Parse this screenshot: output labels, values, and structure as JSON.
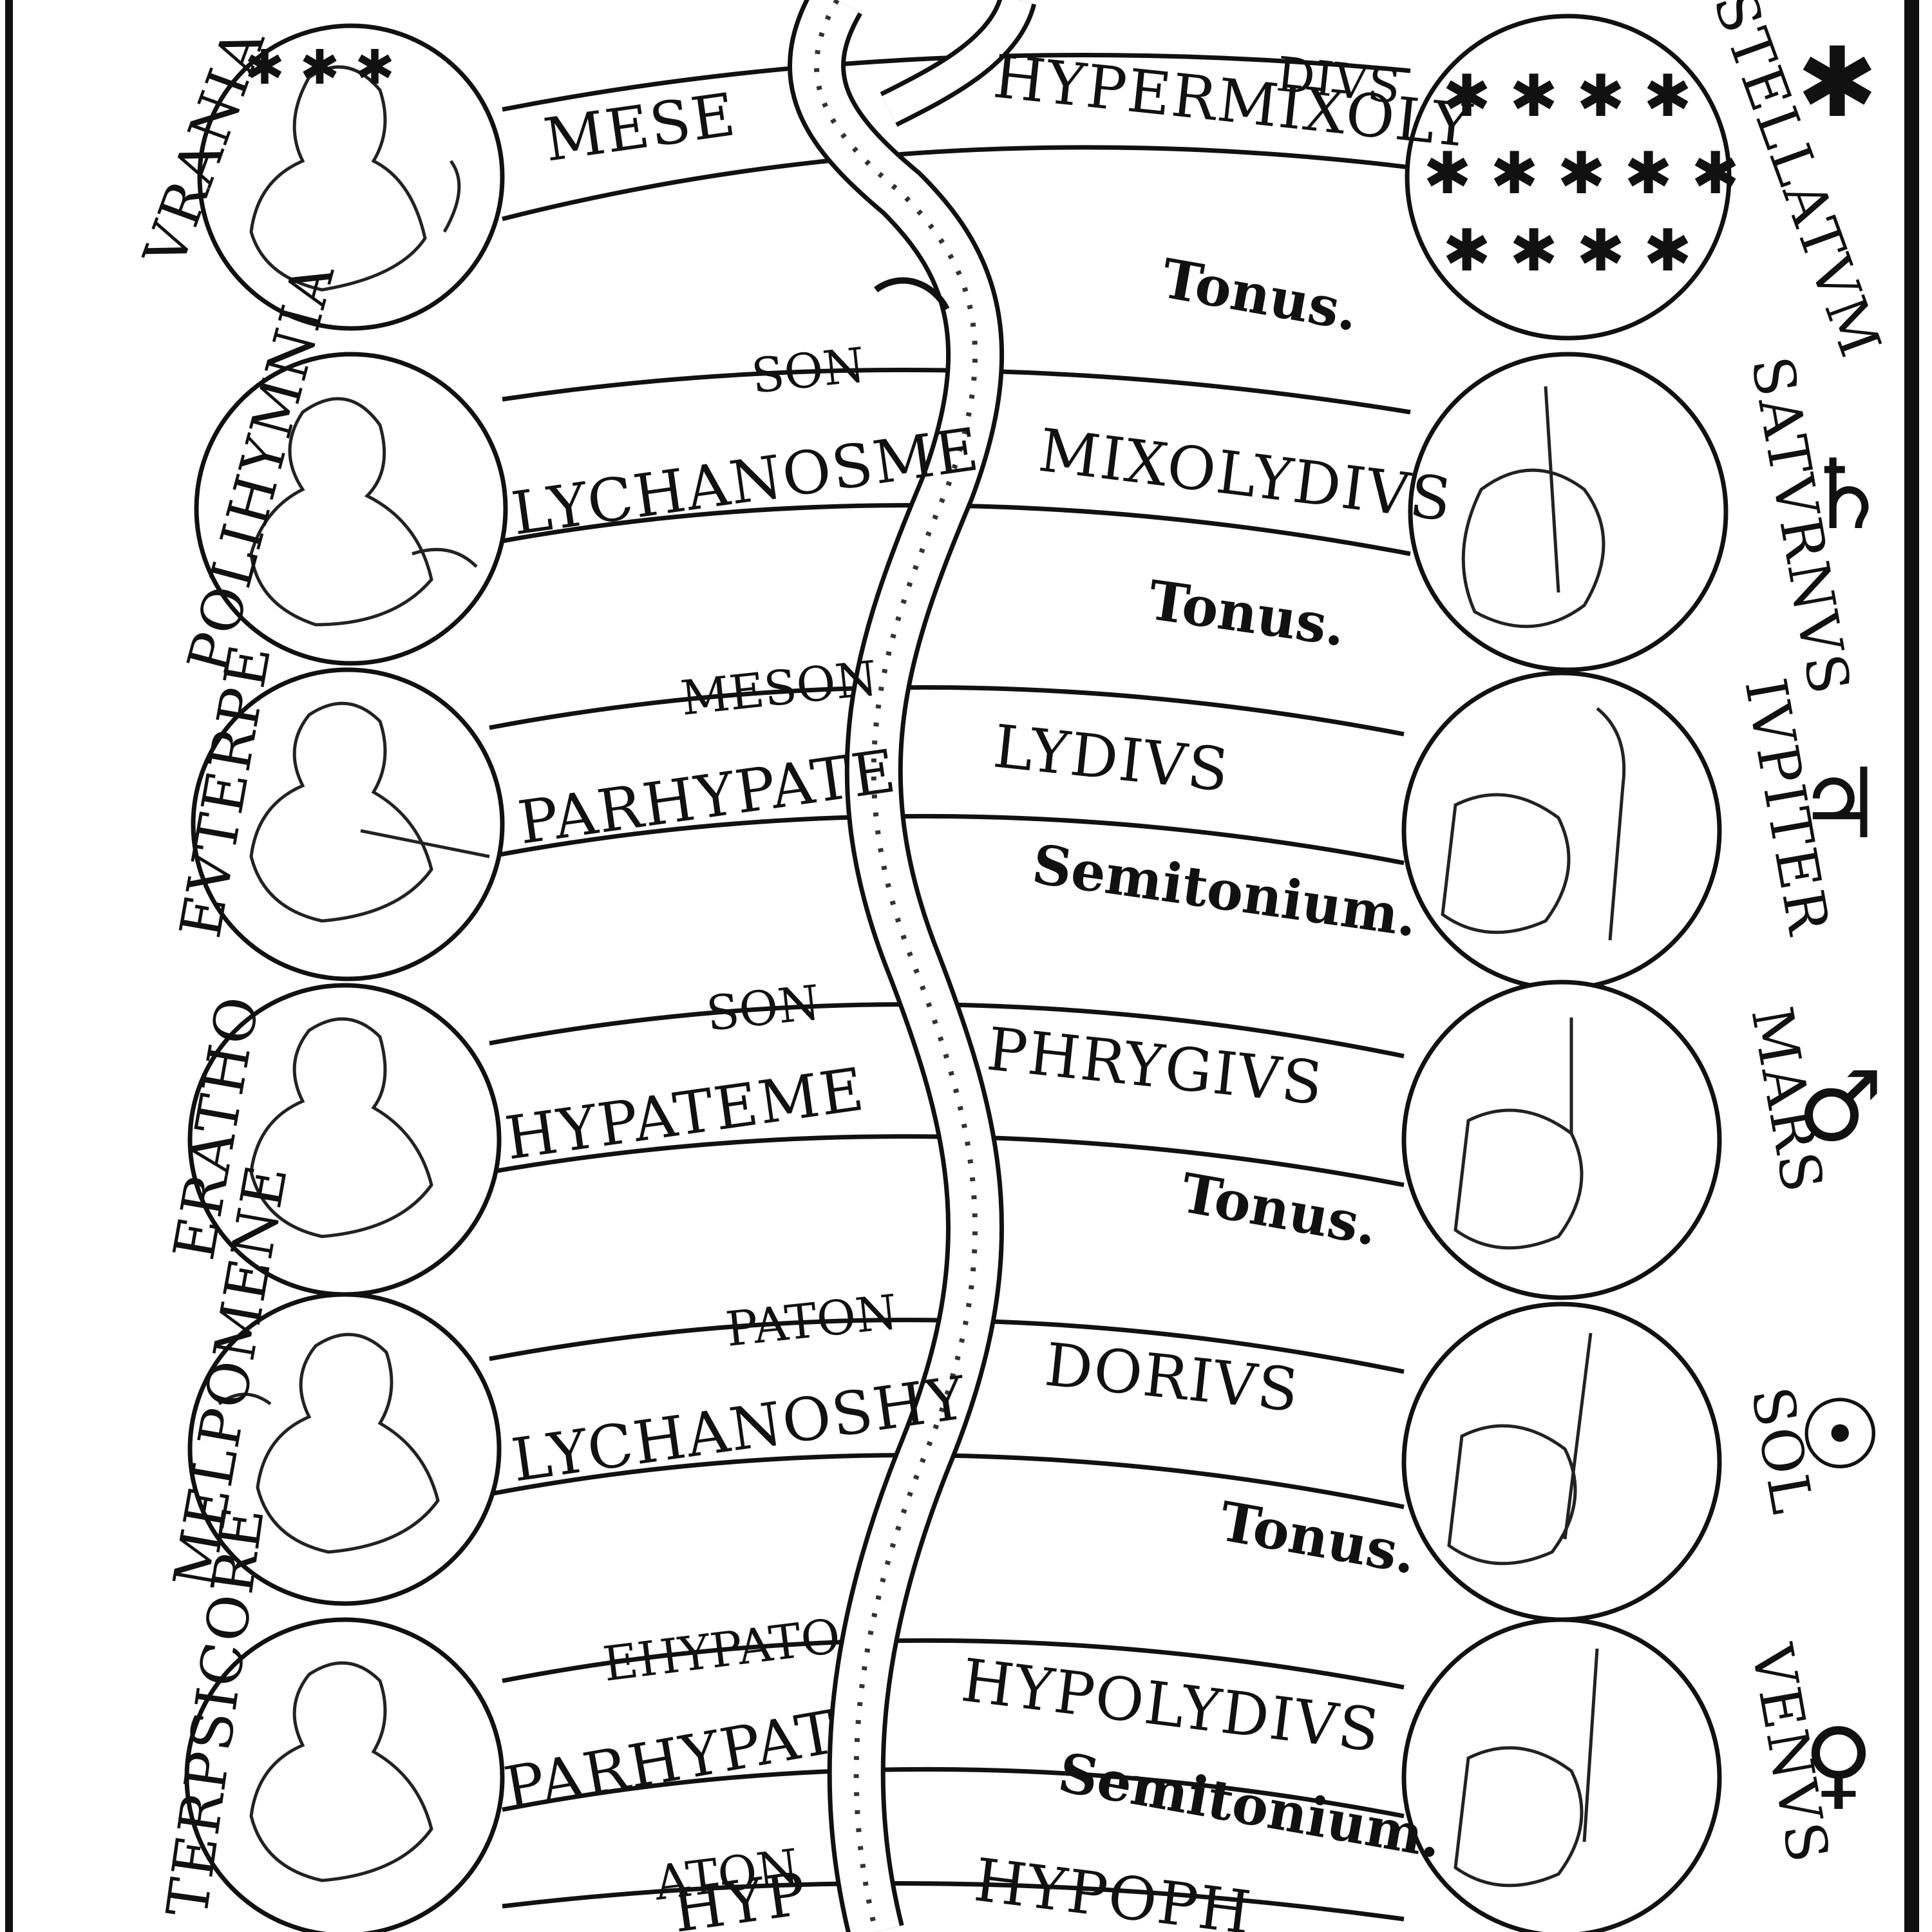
{
  "muses": [
    "VRANIA",
    "POLIHYMNIA",
    "EVTERPE",
    "ERATHO",
    "MELPOMENE",
    "TERPSICORE"
  ],
  "planets": [
    "STELLATVM",
    "SATVRNVS",
    "IVPITER",
    "MARS",
    "SOL",
    "VENVS"
  ],
  "planet_symbols": [
    "✱",
    "♄",
    "♃",
    "♂",
    "☉",
    "♀"
  ],
  "rows": [
    {
      "upper": "",
      "lower": "MESE",
      "mode": "HYPERMIXOLY",
      "mode_top": "DIVS",
      "interval": "Tonus."
    },
    {
      "upper": "SON",
      "lower": "LYCHANOSME",
      "mode": "MIXOLYDIVS",
      "mode_top": "",
      "interval": "Tonus."
    },
    {
      "upper": "MESON",
      "lower": "PARHYPATE",
      "mode": "LYDIVS",
      "mode_top": "",
      "interval": "Semitonium."
    },
    {
      "upper": "SON",
      "lower": "HYPATEME",
      "mode": "PHRYGIVS",
      "mode_top": "",
      "interval": "Tonus."
    },
    {
      "upper": "PATON",
      "lower": "LYCHANOSHY",
      "mode": "DORIVS",
      "mode_top": "",
      "interval": "Tonus."
    },
    {
      "upper": "EHYPATO",
      "lower": "PARHYPAT",
      "mode": "HYPOLYDIVS",
      "mode_top": "",
      "interval": "Semitonium."
    },
    {
      "upper": "ATON",
      "lower": "HYP",
      "mode": "HYPOPH",
      "mode_top": "",
      "interval": ""
    }
  ]
}
